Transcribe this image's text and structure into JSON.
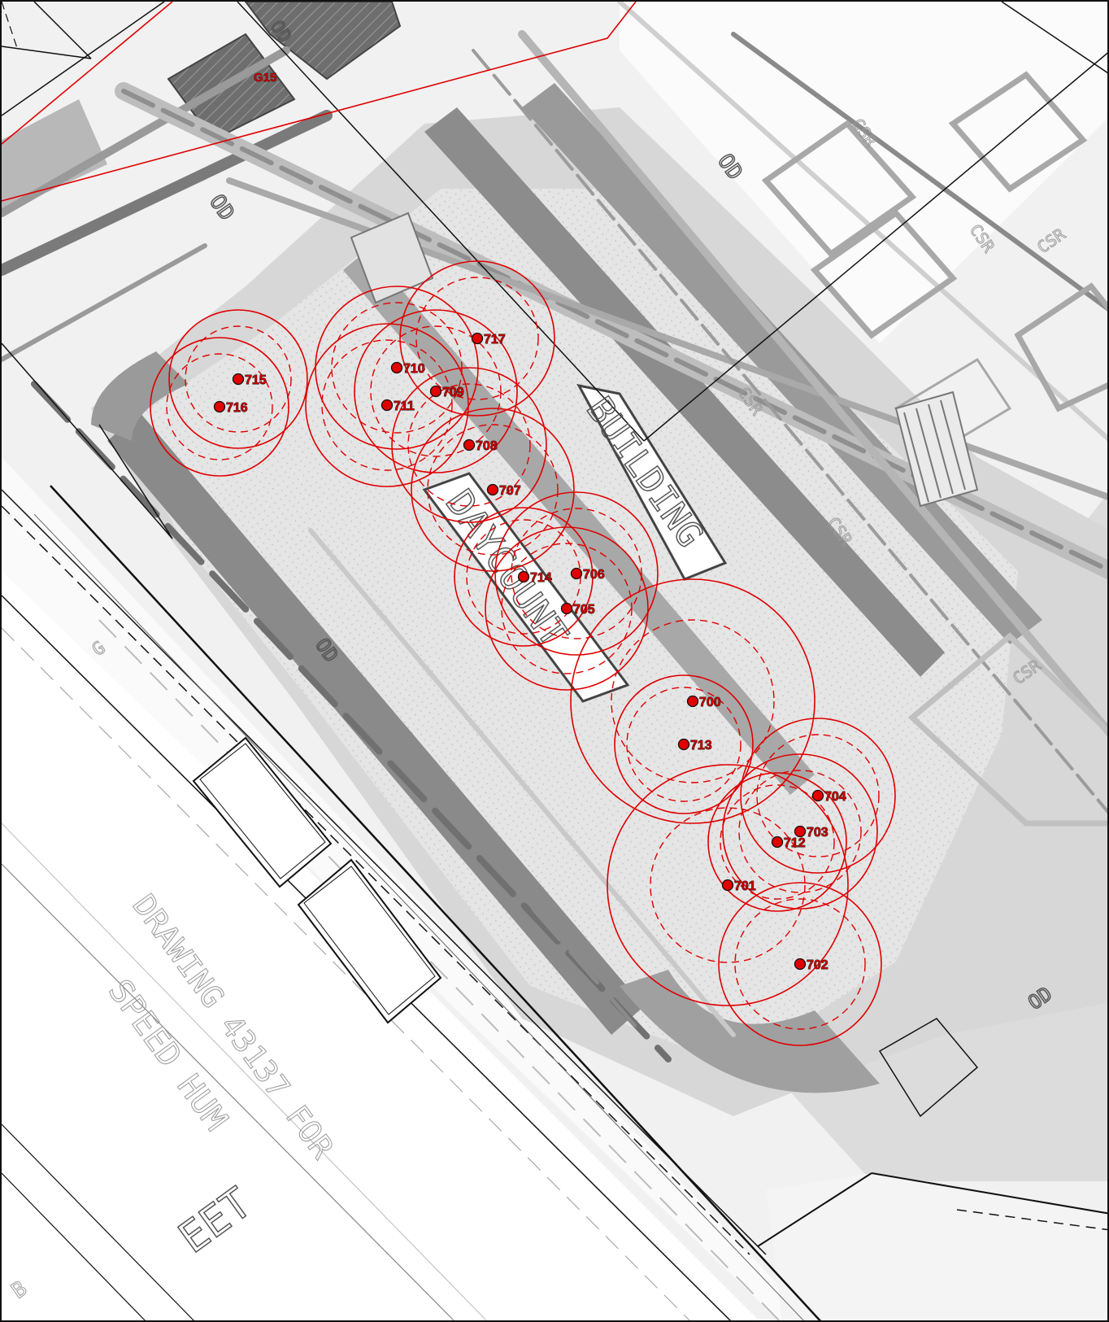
{
  "map": {
    "area_label": "G15",
    "drawing_text": {
      "building_upper": "BUILDING",
      "building_lower": "DAYCOUNT",
      "street_line1": "SPEED HUM",
      "street_line2": "DRAWING 43137 FOR",
      "street_line3": "EET",
      "tags": [
        "CSR",
        "CSR",
        "CSR",
        "CSR",
        "CSR",
        "CSR",
        "OD",
        "OD",
        "OD",
        "OD",
        "OD",
        "G",
        "B"
      ]
    },
    "colors": {
      "points": "#e00000",
      "buffers": "#e00000",
      "boundary": "#e00000",
      "linework": "#111111"
    },
    "points": [
      {
        "id": "700",
        "label": "700"
      },
      {
        "id": "701",
        "label": "701"
      },
      {
        "id": "702",
        "label": "702"
      },
      {
        "id": "703",
        "label": "703"
      },
      {
        "id": "704",
        "label": "704"
      },
      {
        "id": "705",
        "label": "705"
      },
      {
        "id": "706",
        "label": "706"
      },
      {
        "id": "707",
        "label": "707"
      },
      {
        "id": "708",
        "label": "708"
      },
      {
        "id": "709",
        "label": "709"
      },
      {
        "id": "710",
        "label": "710"
      },
      {
        "id": "711",
        "label": "711"
      },
      {
        "id": "712",
        "label": "712"
      },
      {
        "id": "713",
        "label": "713"
      },
      {
        "id": "714",
        "label": "714"
      },
      {
        "id": "715",
        "label": "715"
      },
      {
        "id": "716",
        "label": "716"
      },
      {
        "id": "717",
        "label": "717"
      }
    ]
  }
}
